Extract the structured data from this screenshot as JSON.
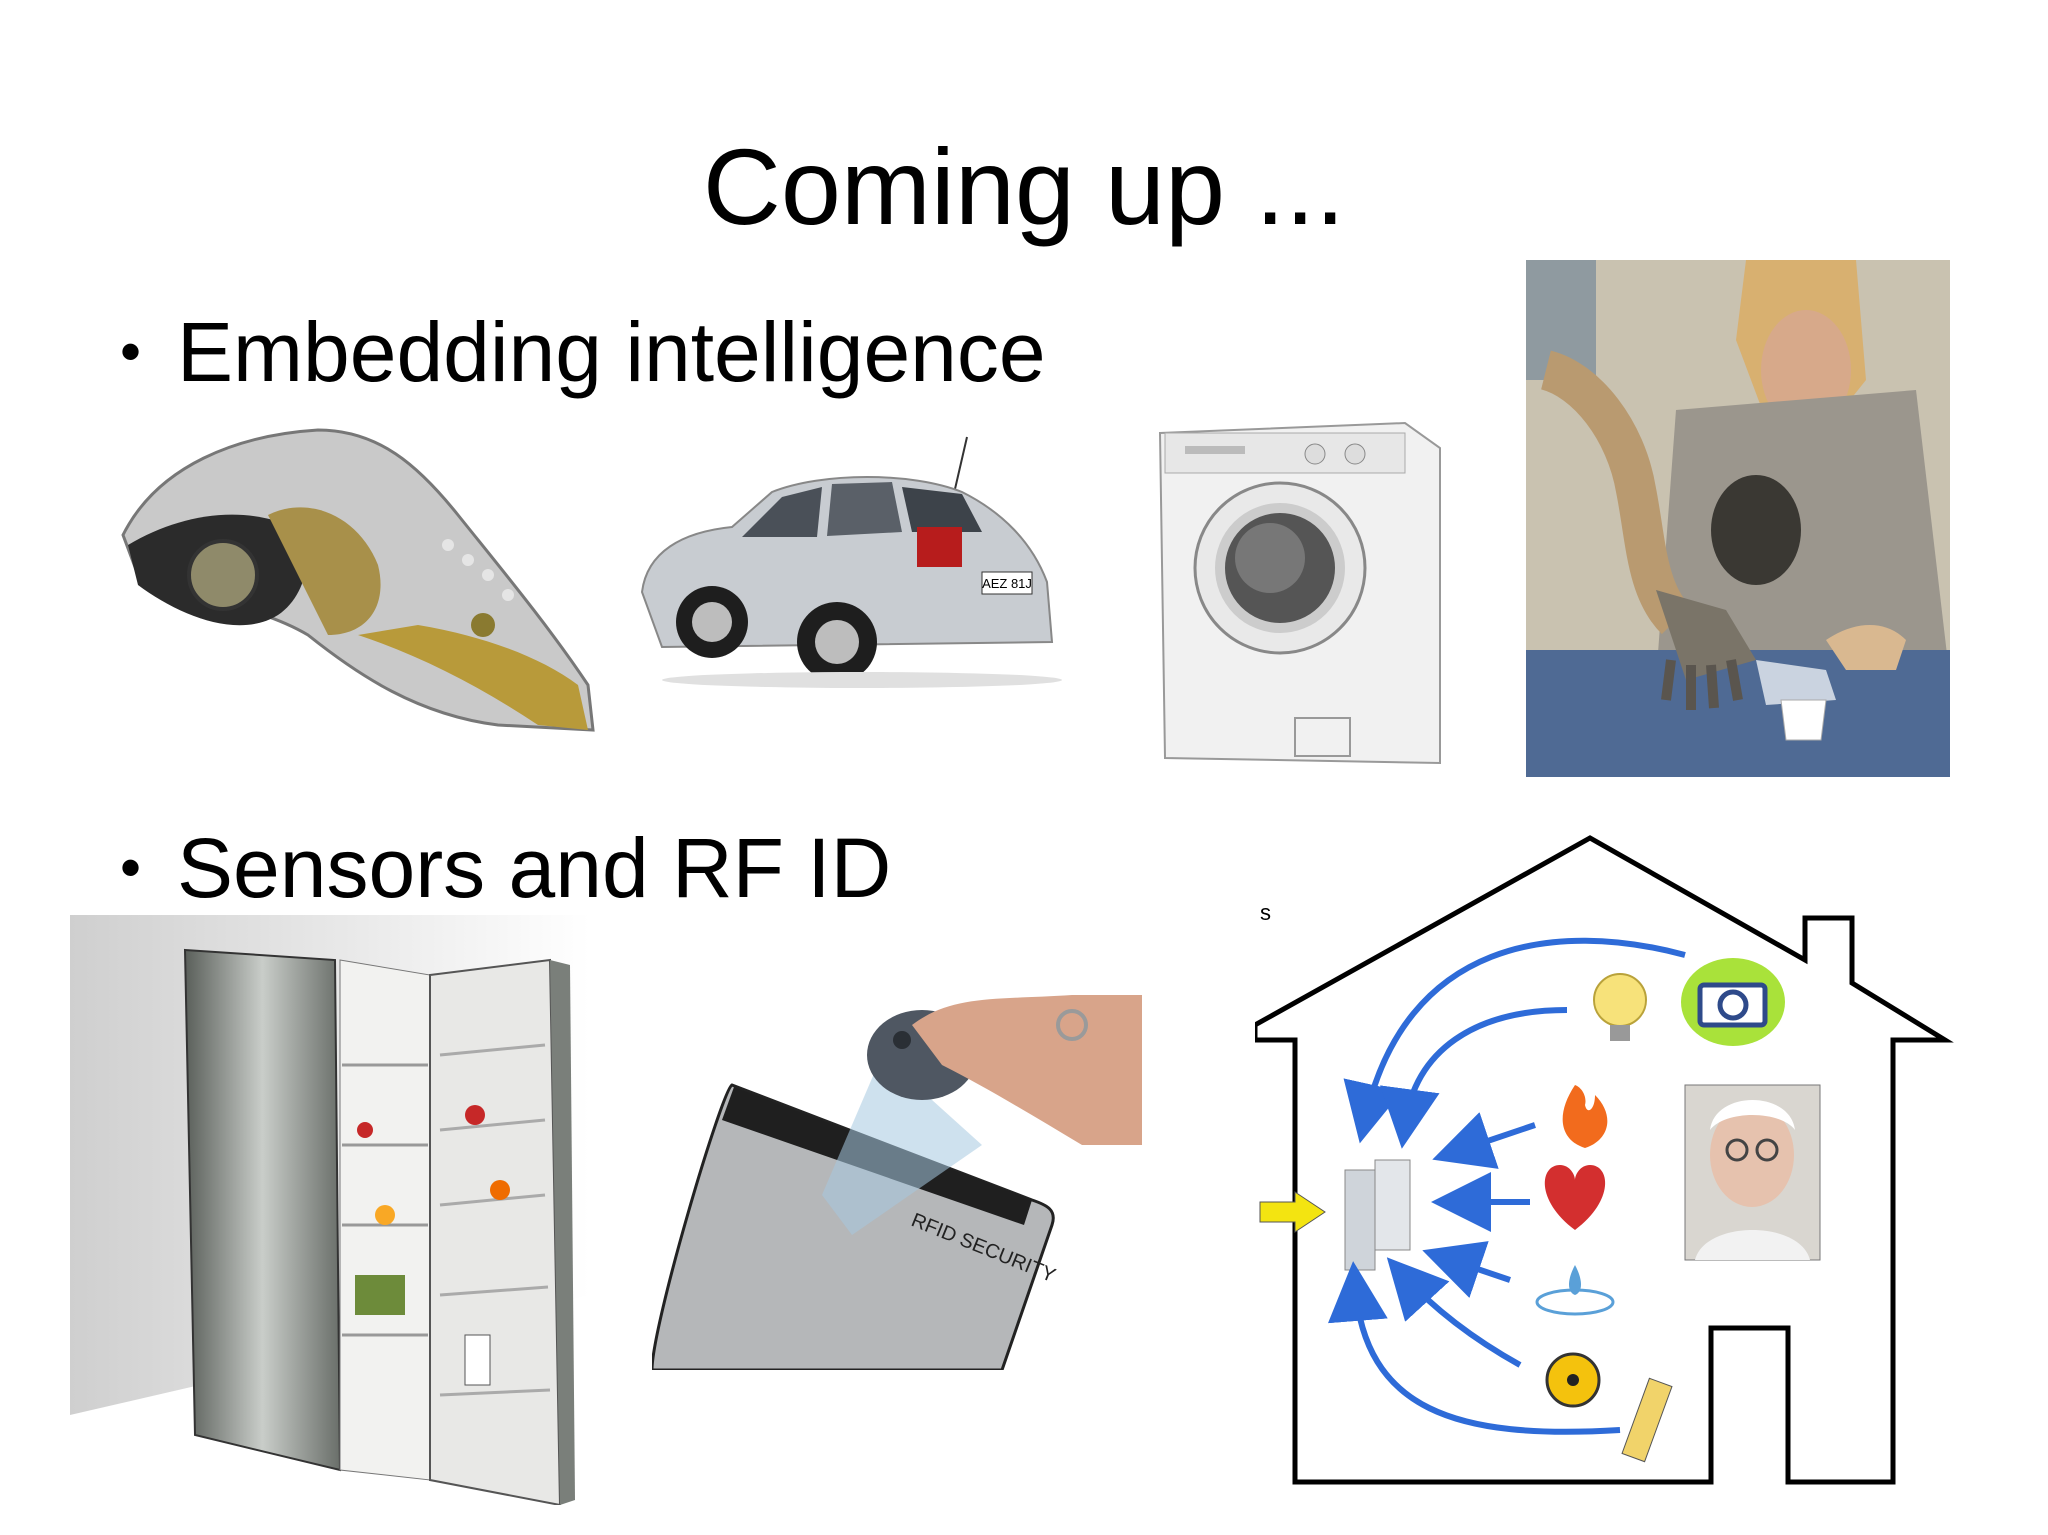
{
  "slide": {
    "title": "Coming up ...",
    "bullets": [
      {
        "marker": "•",
        "text": "Embedding intelligence"
      },
      {
        "marker": "•",
        "text": "Sensors and RF ID"
      }
    ],
    "images": {
      "shoe": "smart-shoe-photo",
      "car": "car-photo",
      "washer": "washing-machine-photo",
      "robot_arm": "robotic-hand-photo",
      "fridge": "refrigerator-photo",
      "rfid": "rfid-tag-photo",
      "smart_home": "smart-home-diagram"
    },
    "rfid_label": "RFID SECURITY",
    "plate_text": "AEZ 81J",
    "house_fragment": "s"
  }
}
